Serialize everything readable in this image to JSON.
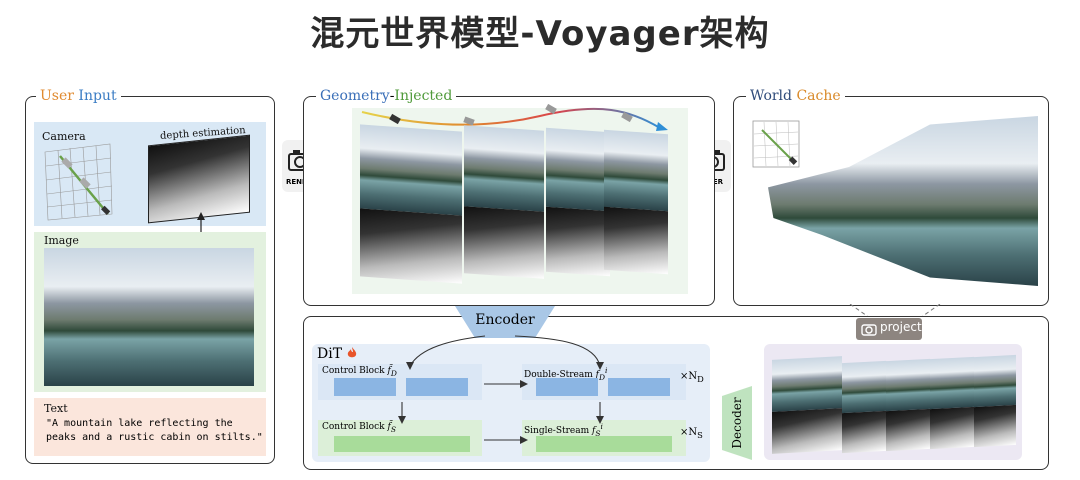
{
  "title": "混元世界模型-Voyager架构",
  "user_input": {
    "label_part1": "User ",
    "label_part2": "Input",
    "camera_label": "Camera",
    "depth_label": "depth estimation",
    "image_label": "Image",
    "text_label": "Text",
    "text_line1": "\"A mountain lake reflecting the",
    "text_line2": "peaks and a rustic cabin on stilts.\""
  },
  "geometry": {
    "label_part1": "Geometry",
    "label_sep": "-",
    "label_part2": "Injected"
  },
  "render_label_left": "RENDER",
  "render_label_right": "RENDER",
  "world_cache": {
    "label_part1": "World ",
    "label_part2": "Cache"
  },
  "project_label": "project",
  "encoder_label": "Encoder",
  "decoder_label": "Decoder",
  "dit": {
    "label": "DiT",
    "control_block_top": "Control Block",
    "control_block_top_sym": "f̃",
    "control_block_top_sub": "D",
    "double_stream": "Double-Stream",
    "double_stream_sym": "f",
    "double_stream_sub": "D",
    "double_stream_sup": "i",
    "multiplier_top": "×N",
    "multiplier_top_sub": "D",
    "control_block_bottom": "Control Block",
    "control_block_bottom_sym": "f̃",
    "control_block_bottom_sub": "S",
    "single_stream": "Single-Stream",
    "single_stream_sym": "f",
    "single_stream_sub": "S",
    "single_stream_sup": "i",
    "multiplier_bottom": "×N",
    "multiplier_bottom_sub": "S"
  },
  "colors": {
    "user_label": "#e08a2f",
    "input_label": "#3a7cc4",
    "geometry_label": "#3a6fb8",
    "injected_label": "#4f9a3a",
    "world_label": "#2f4b7a",
    "cache_label": "#d98a2a",
    "camera_bg": "#d9e8f5",
    "image_bg": "#e3f1df",
    "text_bg": "#fbe6dc",
    "encoder_bg": "#a9c7e6",
    "decoder_bg": "#bfe3bf",
    "dit_bg": "#e6eef8",
    "blue_block": "#8bb5e3",
    "green_block": "#a8dc9a",
    "project_bg": "#8d8580"
  }
}
